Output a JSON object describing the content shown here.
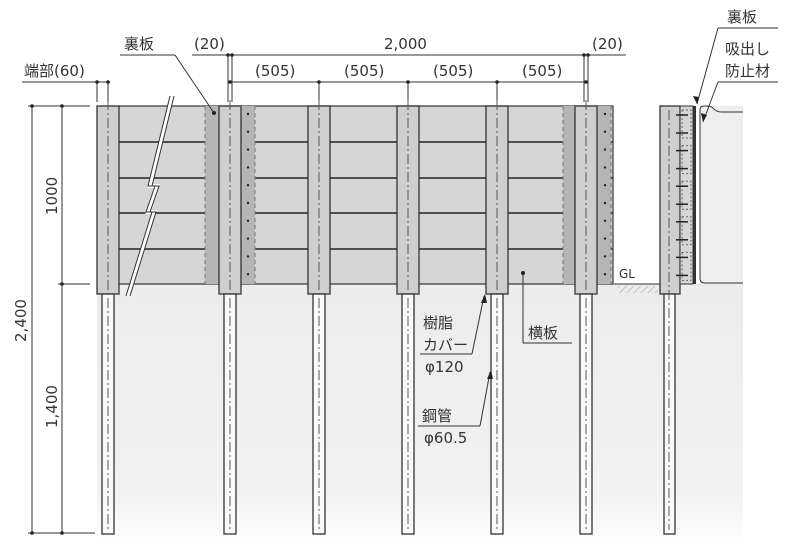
{
  "dimensions": {
    "end_offset": "端部(60)",
    "gap_left": "(20)",
    "gap_right": "(20)",
    "span_total": "2,000",
    "spacings": [
      "(505)",
      "(505)",
      "(505)",
      "(505)"
    ],
    "height_above": "1000",
    "height_total": "2,400",
    "height_below": "1,400"
  },
  "labels": {
    "back_board_front": "裏板",
    "back_board_side": "裏板",
    "anti_washout": [
      "吸出し",
      "防止材"
    ],
    "ground_level": "GL",
    "resin_cover": [
      "樹脂",
      "カバー",
      "φ120"
    ],
    "steel_pipe": [
      "鋼管",
      "φ60.5"
    ],
    "horizontal_board": "横板"
  },
  "colors": {
    "board": "#d6d6d6",
    "post": "#cfcfcf",
    "back_board": "#b5b5b5",
    "soil": "#efefef",
    "line": "#333333"
  }
}
